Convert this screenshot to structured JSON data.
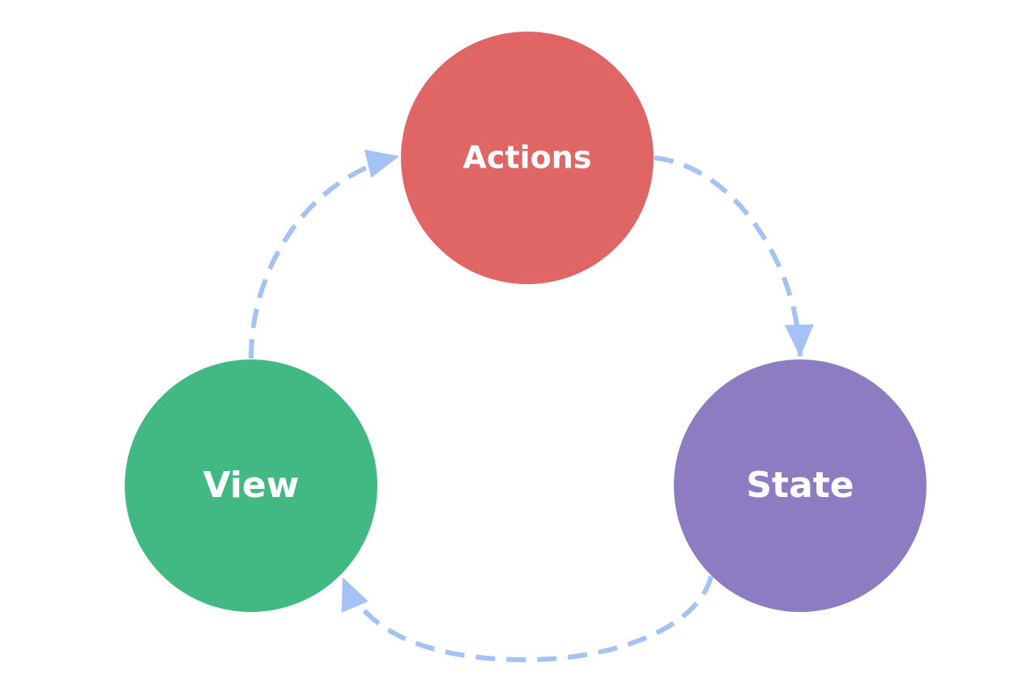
{
  "diagram": {
    "nodes": [
      {
        "id": "actions",
        "label": "Actions",
        "color": "#E06666"
      },
      {
        "id": "state",
        "label": "State",
        "color": "#8E7CC3"
      },
      {
        "id": "view",
        "label": "View",
        "color": "#42B983"
      }
    ],
    "edges": [
      {
        "from": "actions",
        "to": "state",
        "style": "dashed",
        "color": "#A4C2F4"
      },
      {
        "from": "state",
        "to": "view",
        "style": "dashed",
        "color": "#A4C2F4"
      },
      {
        "from": "view",
        "to": "actions",
        "style": "dashed",
        "color": "#A4C2F4"
      }
    ]
  }
}
